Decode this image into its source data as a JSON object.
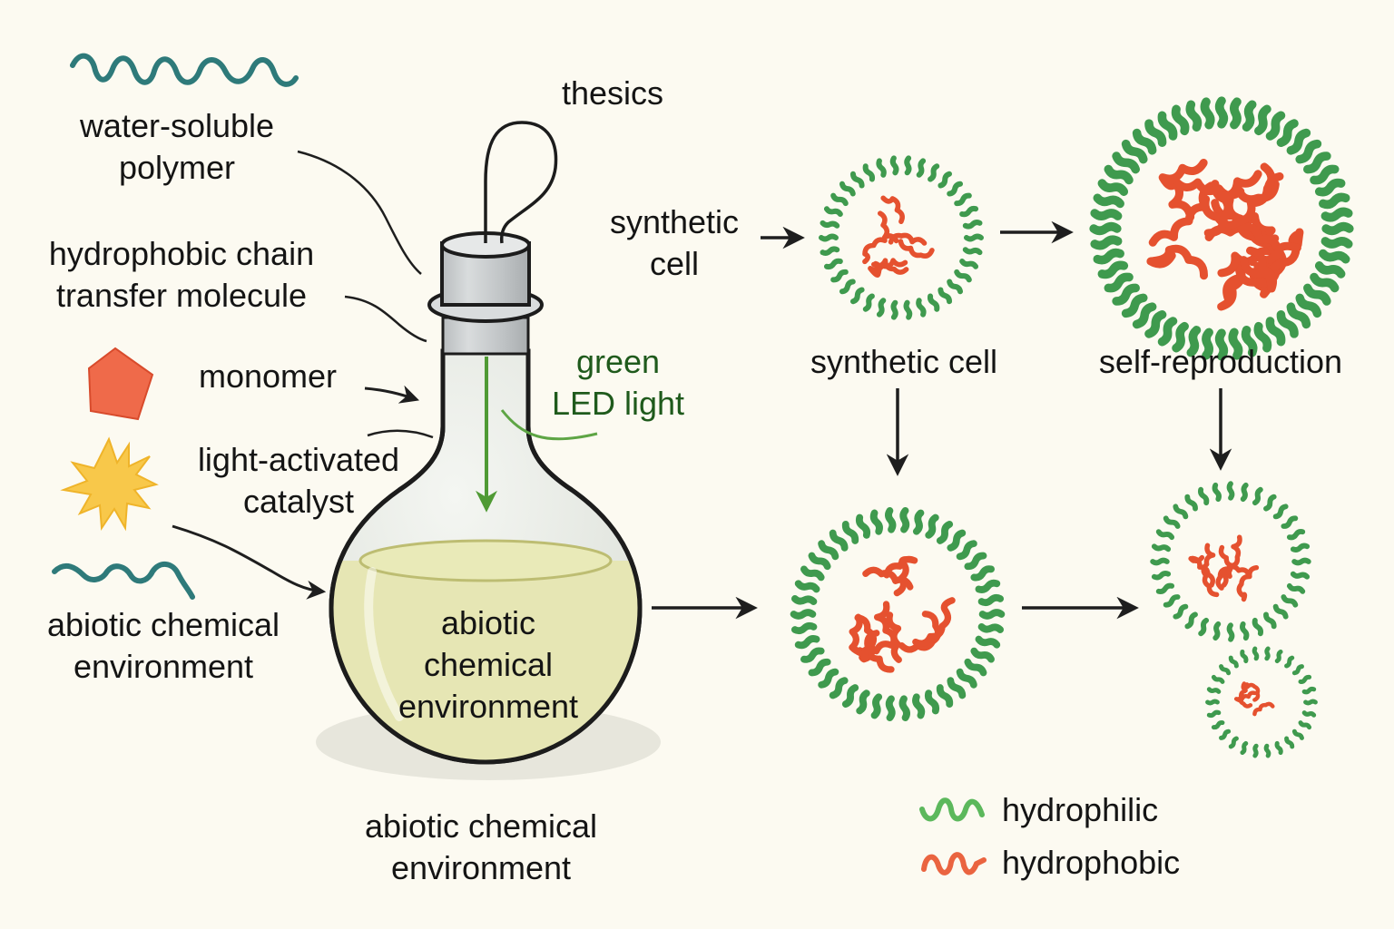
{
  "colors": {
    "background": "#fcfaf1",
    "text": "#141414",
    "led_text": "#1f5a1c",
    "led_arrow": "#4f9a34",
    "polymer_teal": "#2e7a7a",
    "monomer": "#ef6a4a",
    "catalyst": "#f7c94a",
    "hydrophilic": "#3f9a4e",
    "hydrophobic": "#e5512f",
    "liquid": "#e6e6b4",
    "flask_glass": "#e8ece6",
    "stopper": "#c3c7c9"
  },
  "left_legend": {
    "water_soluble_polymer": {
      "line1": "water-soluble",
      "line2": "polymer",
      "icon": "teal-wavy-polymer-icon"
    },
    "hydrophobic_chain": {
      "line1": "hydrophobic chain",
      "line2": "transfer molecule"
    },
    "monomer": {
      "label": "monomer",
      "icon": "red-pentagon-icon"
    },
    "catalyst": {
      "line1": "light-activated",
      "line2": "catalyst",
      "icon": "yellow-star-burst-icon"
    },
    "abiotic_env": {
      "line1": "abiotic chemical",
      "line2": "environment",
      "icon": "teal-wavy-short-icon"
    }
  },
  "flask": {
    "top_label": "thesics",
    "led_line1": "green",
    "led_line2": "LED light",
    "inner_line1": "abiotic",
    "inner_line2": "chemical",
    "inner_line3": "environment",
    "caption_line1": "abiotic chemical",
    "caption_line2": "environment"
  },
  "cells": {
    "synthetic_cell_side_line1": "synthetic",
    "synthetic_cell_side_line2": "cell",
    "synthetic_cell_caption": "synthetic cell",
    "self_reproduction_caption": "self-reproduction"
  },
  "legend": {
    "items": [
      {
        "label": "hydrophilic",
        "color": "#3f9a4e"
      },
      {
        "label": "hydrophobic",
        "color": "#e5512f"
      }
    ]
  }
}
